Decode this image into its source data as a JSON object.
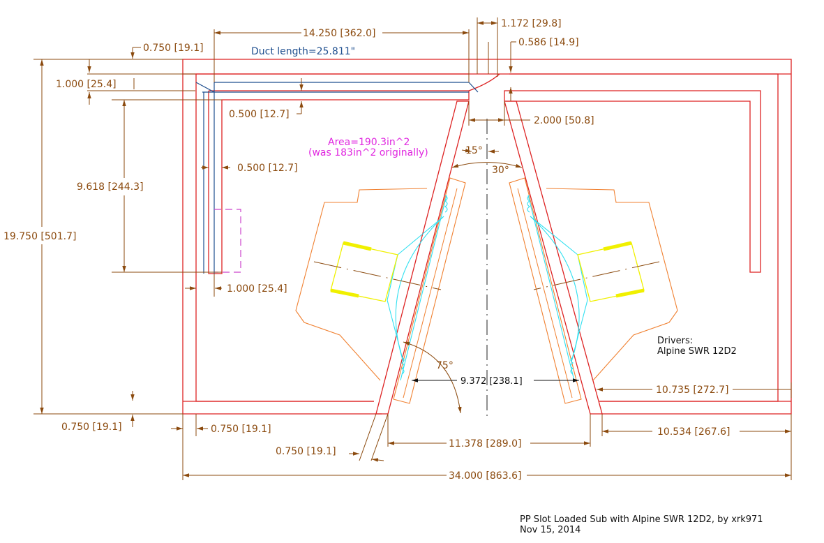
{
  "colors": {
    "enclosure": "#dd2222",
    "dimension": "#8b4a0e",
    "duct": "#1f4f8f",
    "port_outline": "#cc44cc",
    "driver_basket": "#f08030",
    "magnet": "#f0f000",
    "cone": "#30e0f0",
    "centerline": "#222222"
  },
  "dims": {
    "top_wall": "0.750 [19.1]",
    "duct_width": "14.250 [362.0]",
    "slot_top": "1.172 [29.8]",
    "radius": "0.586 [14.9]",
    "top_gap": "1.000 [25.4]",
    "inner_wall": "0.500 [12.7]",
    "slot_gap": "2.000 [50.8]",
    "side_wall_inner": "0.500 [12.7]",
    "duct_height": "9.618 [244.3]",
    "height": "19.750 [501.7]",
    "side_gap": "1.000 [25.4]",
    "bottom_right": "10.735 [272.7]",
    "bottom_wall": "0.750 [19.1]",
    "left_wall": "0.750 [19.1]",
    "panel_thick": "0.750 [19.1]",
    "bottom_slot": "11.378 [289.0]",
    "bottom_right2": "10.534 [267.6]",
    "width": "34.000 [863.6]",
    "baffle_span": "9.372 [238.1]"
  },
  "angles": {
    "half": "15°",
    "full": "30°",
    "baffle": "75°"
  },
  "labels": {
    "duct_length": "Duct length=25.811\"",
    "area": "Area=190.3in^2",
    "area_orig": "(was 183in^2 originally)",
    "drivers_label": "Drivers:",
    "drivers_model": "Alpine SWR 12D2",
    "title": "PP Slot Loaded Sub with Alpine SWR 12D2, by xrk971",
    "date": "Nov 15, 2014"
  }
}
